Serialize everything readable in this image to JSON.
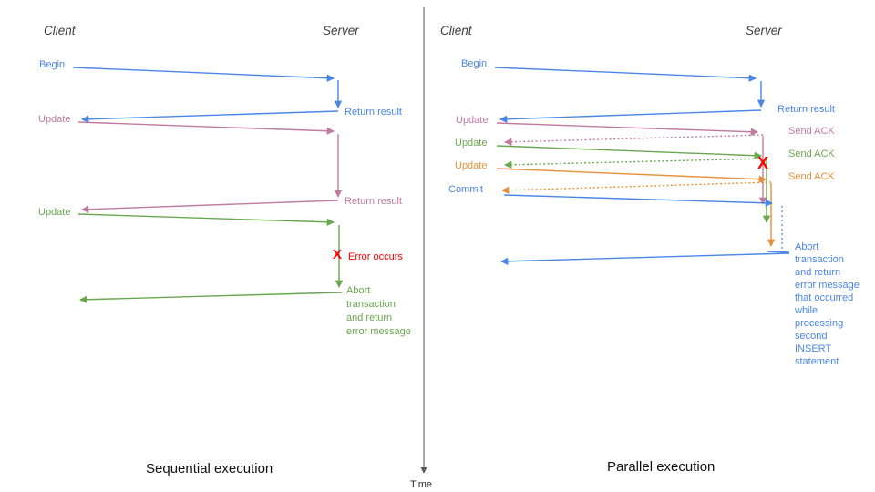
{
  "colors": {
    "blue": "#4a86e8",
    "pink": "#c27ba0",
    "green": "#6aa84f",
    "orange": "#e69138",
    "red": "#ff0000",
    "axis_gray": "#595959"
  },
  "left": {
    "client_header": "Client",
    "server_header": "Server",
    "labels": {
      "begin": "Begin",
      "return_result_1": "Return result",
      "update_1": "Update",
      "return_result_2": "Return result",
      "update_2": "Update",
      "error_mark": "X",
      "error_text": "Error occurs"
    },
    "abort_lines": [
      "Abort",
      "transaction",
      "and return",
      "error message"
    ],
    "title": "Sequential execution"
  },
  "right": {
    "client_header": "Client",
    "server_header": "Server",
    "labels": {
      "begin": "Begin",
      "return_result": "Return result",
      "update_1": "Update",
      "send_ack_1": "Send ACK",
      "update_2": "Update",
      "send_ack_2": "Send ACK",
      "update_3": "Update",
      "send_ack_3": "Send ACK",
      "commit": "Commit",
      "error_mark": "X"
    },
    "abort_lines": [
      "Abort",
      "transaction",
      "and return",
      "error message",
      "that occurred",
      "while",
      "processing",
      "second",
      "INSERT",
      "statement"
    ],
    "title": "Parallel execution"
  },
  "time_axis": {
    "label": "Time"
  }
}
